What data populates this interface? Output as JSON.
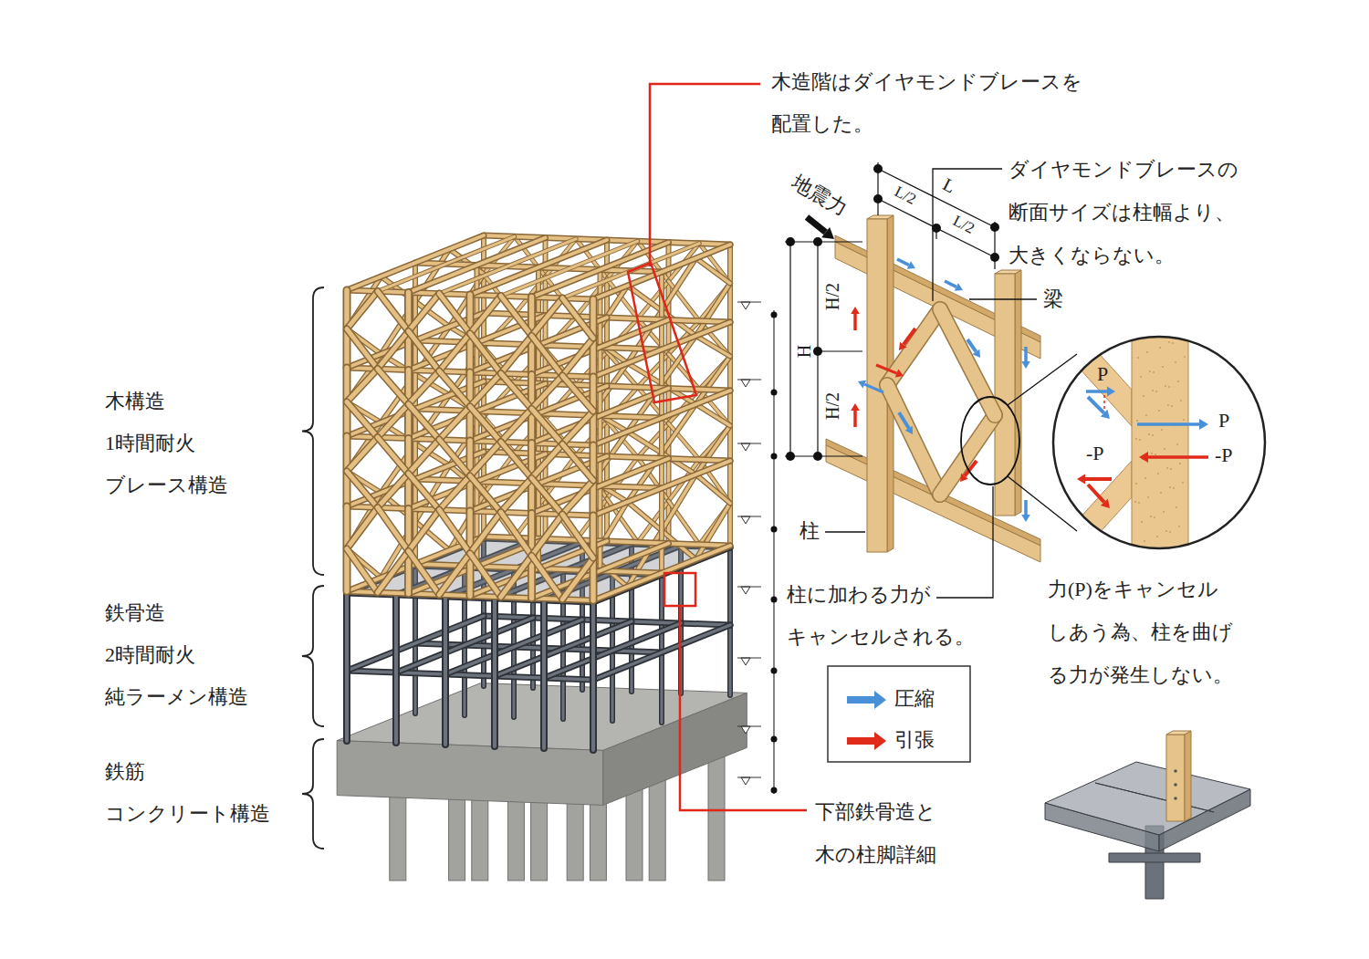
{
  "diagram": {
    "nodes": [
      {
        "text": [
          "P",
          "P",
          "-P",
          "-P"
        ]
      }
    ],
    "labels": [
      "木造階はダイヤモンドブレースを 配置した。",
      "地震力",
      "L",
      "L/2",
      "L/2",
      "ダイヤモンドブレースの 断面サイズは柱幅より、 大きくならない。",
      "H/2",
      "H",
      "梁",
      "H/2",
      "木構造 1時間耐火 ブレース構造",
      "柱",
      "鉄骨造 2時間耐火 純ラーメン構造",
      "柱に加わる力が キャンセルされる。",
      "力(P)をキャンセル しあう為、柱を曲げ る力が発生しない。",
      "鉄筋 コンクリート構造",
      "下部鉄骨造と 木の柱脚詳細"
    ],
    "legend": [
      {
        "text": "圧縮",
        "color": "#4a90d9"
      },
      {
        "text": "引張",
        "color": "#e02a1a"
      }
    ]
  }
}
